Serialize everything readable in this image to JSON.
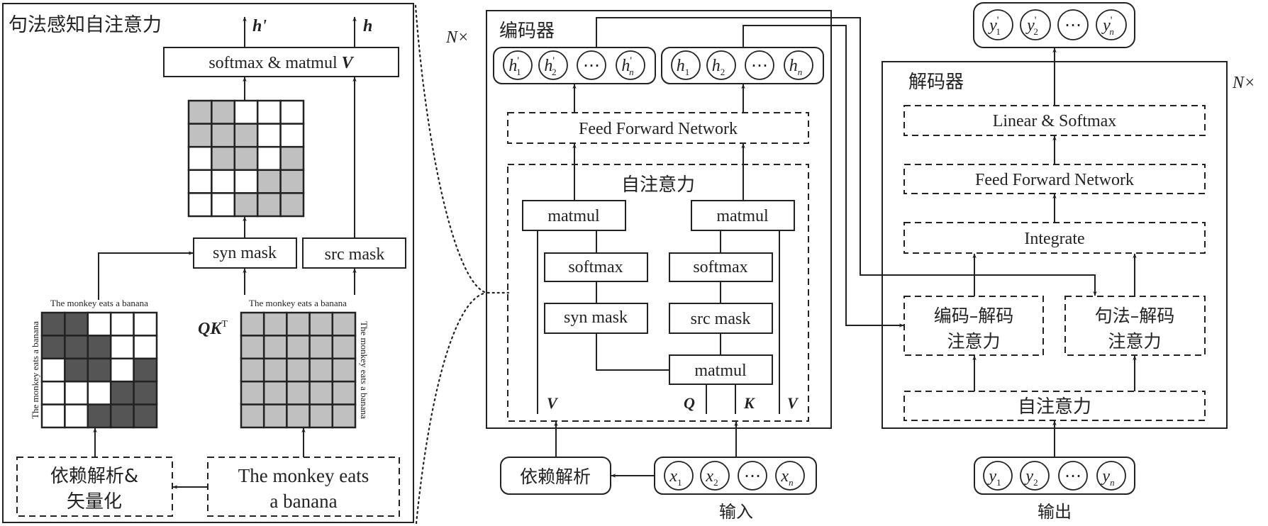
{
  "panel": {
    "title": "句法感知自注意力",
    "out_h_prime": "h'",
    "out_h": "h",
    "softmax_matmul": "softmax & matmul ",
    "softmax_matmul_var": "V",
    "syn_mask": "syn mask",
    "src_mask": "src mask",
    "sentence_label": "The monkey eats a banana",
    "qk_label": "QK",
    "qk_sup": "T",
    "dep_box_line1": "依赖解析&",
    "dep_box_line2": "矢量化",
    "sent_box_line1": "The monkey eats",
    "sent_box_line2": "a banana",
    "masked_grid": [
      [
        1,
        1,
        0,
        0,
        0
      ],
      [
        1,
        1,
        1,
        0,
        0
      ],
      [
        0,
        1,
        1,
        0,
        1
      ],
      [
        0,
        0,
        0,
        1,
        1
      ],
      [
        0,
        0,
        1,
        1,
        1
      ]
    ],
    "dependency_grid": [
      [
        1,
        1,
        0,
        0,
        0
      ],
      [
        1,
        1,
        1,
        0,
        0
      ],
      [
        0,
        1,
        1,
        0,
        1
      ],
      [
        0,
        0,
        0,
        1,
        1
      ],
      [
        0,
        0,
        1,
        1,
        1
      ]
    ],
    "colors": {
      "masked": "#c0c0c0",
      "dependency": "#555555",
      "qk": "#c0c0c0",
      "empty": "#ffffff"
    }
  },
  "encoder": {
    "repeat": "N×",
    "title": "编码器",
    "h_prime_nodes": [
      {
        "base": "h",
        "sup": "'",
        "sub": "1"
      },
      {
        "base": "h",
        "sup": "'",
        "sub": "2"
      },
      {
        "base": "⋯",
        "sup": "",
        "sub": ""
      },
      {
        "base": "h",
        "sup": "'",
        "sub": "n"
      }
    ],
    "h_nodes": [
      {
        "base": "h",
        "sup": "",
        "sub": "1"
      },
      {
        "base": "h",
        "sup": "",
        "sub": "2"
      },
      {
        "base": "⋯",
        "sup": "",
        "sub": ""
      },
      {
        "base": "h",
        "sup": "",
        "sub": "n"
      }
    ],
    "ffn": "Feed Forward Network",
    "self_attention": "自注意力",
    "matmul_left": "matmul",
    "matmul_right": "matmul",
    "softmax_left": "softmax",
    "softmax_right": "softmax",
    "syn_mask": "syn mask",
    "src_mask": "src mask",
    "matmul_qk": "matmul",
    "v_left": "V",
    "q": "Q",
    "k": "K",
    "v_right": "V",
    "dep_parse": "依赖解析",
    "x_nodes": [
      {
        "base": "x",
        "sub": "1"
      },
      {
        "base": "x",
        "sub": "2"
      },
      {
        "base": "⋯",
        "sub": ""
      },
      {
        "base": "x",
        "sub": "n"
      }
    ],
    "input_label": "输入"
  },
  "decoder": {
    "repeat": "N×",
    "title": "解码器",
    "y_prime_nodes": [
      {
        "base": "y",
        "sup": "'",
        "sub": "1"
      },
      {
        "base": "y",
        "sup": "'",
        "sub": "2"
      },
      {
        "base": "⋯",
        "sup": "",
        "sub": ""
      },
      {
        "base": "y",
        "sup": "'",
        "sub": "n"
      }
    ],
    "linear_softmax": "Linear & Softmax",
    "ffn": "Feed Forward Network",
    "integrate": "Integrate",
    "enc_dec_line1": "编码–解码",
    "enc_dec_line2": "注意力",
    "syn_dec_line1": "句法–解码",
    "syn_dec_line2": "注意力",
    "self_attention": "自注意力",
    "y_nodes": [
      {
        "base": "y",
        "sub": "1"
      },
      {
        "base": "y",
        "sub": "2"
      },
      {
        "base": "⋯",
        "sub": ""
      },
      {
        "base": "y",
        "sub": "n"
      }
    ],
    "output_label": "输出"
  }
}
